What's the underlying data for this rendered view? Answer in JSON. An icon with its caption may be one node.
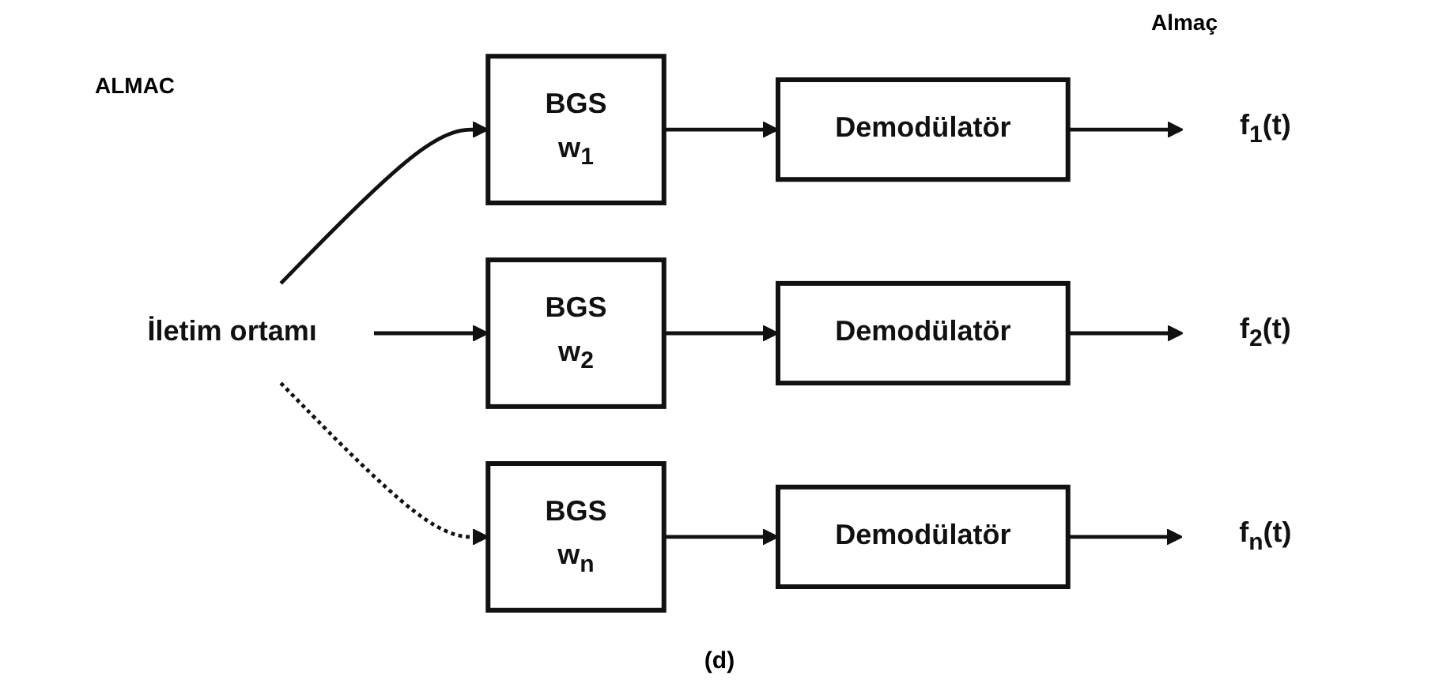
{
  "diagram": {
    "caption": "(d)",
    "nodes": [
      {
        "text": [
          "İletim ortamı"
        ]
      },
      {
        "text": [
          "BGS",
          "w$_{1}$"
        ]
      },
      {
        "text": [
          "Demodülatör"
        ]
      },
      {
        "text": [
          "f$_{1}$(t)"
        ]
      },
      {
        "text": [
          "BGS",
          "w$_{2}$"
        ]
      },
      {
        "text": [
          "Demodülatör"
        ]
      },
      {
        "text": [
          "f$_{2}$(t)"
        ]
      },
      {
        "text": [
          "BGS",
          "w$_{n}$"
        ]
      },
      {
        "text": [
          "Demodülatör"
        ]
      },
      {
        "text": [
          "f$_{n}$(t)"
        ]
      }
    ],
    "edges": [
      {
        "from": 0,
        "to": 1,
        "arrow": "to"
      },
      {
        "from": 0,
        "to": 4,
        "arrow": "to"
      },
      {
        "from": 0,
        "to": 7,
        "arrow": "to",
        "style": "dashed"
      },
      {
        "from": 1,
        "to": 2,
        "arrow": "to"
      },
      {
        "from": 2,
        "to": 3,
        "arrow": "to"
      },
      {
        "from": 4,
        "to": 5,
        "arrow": "to"
      },
      {
        "from": 5,
        "to": 6,
        "arrow": "to"
      },
      {
        "from": 7,
        "to": 8,
        "arrow": "to"
      },
      {
        "from": 8,
        "to": 9,
        "arrow": "to"
      }
    ],
    "labels": [
      "Almaç",
      "ALMAC"
    ]
  }
}
